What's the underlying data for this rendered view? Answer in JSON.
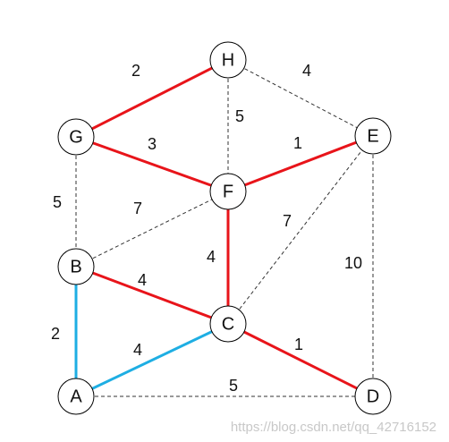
{
  "colors": {
    "mst_red": "#e8141a",
    "mst_blue": "#1eaee3",
    "dashed": "#333333"
  },
  "nodes": [
    {
      "id": "H",
      "label": "H"
    },
    {
      "id": "G",
      "label": "G"
    },
    {
      "id": "E",
      "label": "E"
    },
    {
      "id": "F",
      "label": "F"
    },
    {
      "id": "B",
      "label": "B"
    },
    {
      "id": "C",
      "label": "C"
    },
    {
      "id": "A",
      "label": "A"
    },
    {
      "id": "D",
      "label": "D"
    }
  ],
  "edges": [
    {
      "from": "G",
      "to": "H",
      "weight": "2",
      "style": "red"
    },
    {
      "from": "H",
      "to": "E",
      "weight": "4",
      "style": "dashed"
    },
    {
      "from": "H",
      "to": "F",
      "weight": "5",
      "style": "dashed"
    },
    {
      "from": "G",
      "to": "F",
      "weight": "3",
      "style": "red"
    },
    {
      "from": "F",
      "to": "E",
      "weight": "1",
      "style": "red"
    },
    {
      "from": "G",
      "to": "B",
      "weight": "5",
      "style": "dashed"
    },
    {
      "from": "B",
      "to": "F",
      "weight": "7",
      "style": "dashed"
    },
    {
      "from": "C",
      "to": "E",
      "weight": "7",
      "style": "dashed"
    },
    {
      "from": "F",
      "to": "C",
      "weight": "4",
      "style": "red"
    },
    {
      "from": "E",
      "to": "D",
      "weight": "10",
      "style": "dashed"
    },
    {
      "from": "B",
      "to": "C",
      "weight": "4",
      "style": "red"
    },
    {
      "from": "B",
      "to": "A",
      "weight": "2",
      "style": "blue"
    },
    {
      "from": "A",
      "to": "C",
      "weight": "4",
      "style": "blue"
    },
    {
      "from": "C",
      "to": "D",
      "weight": "1",
      "style": "red"
    },
    {
      "from": "A",
      "to": "D",
      "weight": "5",
      "style": "dashed"
    }
  ],
  "watermark": "https://blog.csdn.net/qq_42716152"
}
